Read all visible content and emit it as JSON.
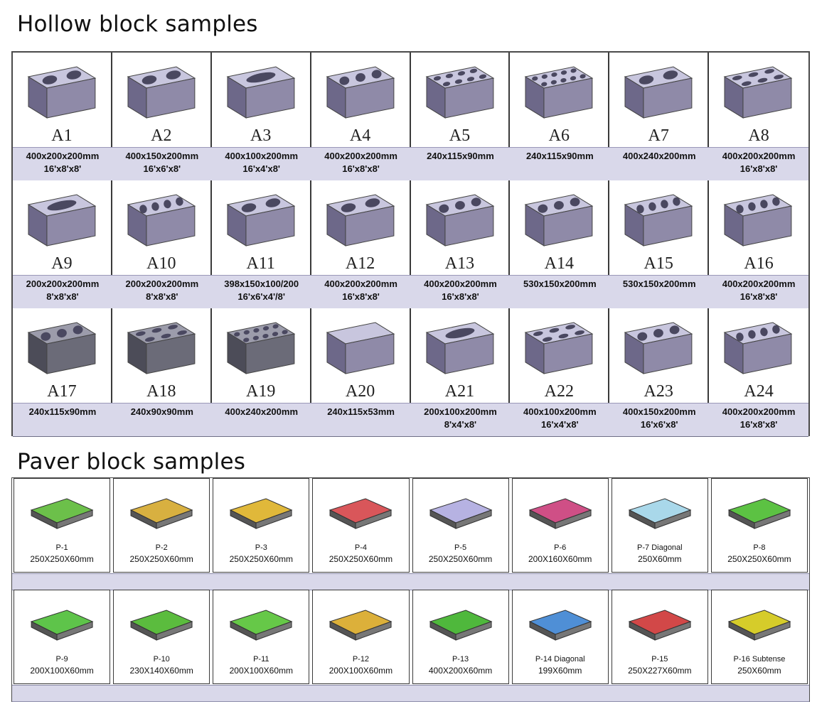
{
  "hollow": {
    "title": "Hollow block samples",
    "rows": [
      [
        {
          "code": "A1",
          "dims": "400x200x200mm",
          "sub": "16'x8'x8'"
        },
        {
          "code": "A2",
          "dims": "400x150x200mm",
          "sub": "16'x6'x8'"
        },
        {
          "code": "A3",
          "dims": "400x100x200mm",
          "sub": "16'x4'x8'"
        },
        {
          "code": "A4",
          "dims": "400x200x200mm",
          "sub": "16'x8'x8'"
        },
        {
          "code": "A5",
          "dims": "240x115x90mm",
          "sub": ""
        },
        {
          "code": "A6",
          "dims": "240x115x90mm",
          "sub": ""
        },
        {
          "code": "A7",
          "dims": "400x240x200mm",
          "sub": ""
        },
        {
          "code": "A8",
          "dims": "400x200x200mm",
          "sub": "16'x8'x8'"
        }
      ],
      [
        {
          "code": "A9",
          "dims": "200x200x200mm",
          "sub": "8'x8'x8'"
        },
        {
          "code": "A10",
          "dims": "200x200x200mm",
          "sub": "8'x8'x8'"
        },
        {
          "code": "A11",
          "dims": "398x150x100/200",
          "sub": "16'x6'x4'/8'"
        },
        {
          "code": "A12",
          "dims": "400x200x200mm",
          "sub": "16'x8'x8'"
        },
        {
          "code": "A13",
          "dims": "400x200x200mm",
          "sub": "16'x8'x8'"
        },
        {
          "code": "A14",
          "dims": "530x150x200mm",
          "sub": ""
        },
        {
          "code": "A15",
          "dims": "530x150x200mm",
          "sub": ""
        },
        {
          "code": "A16",
          "dims": "400x200x200mm",
          "sub": "16'x8'x8'"
        }
      ],
      [
        {
          "code": "A17",
          "dims": "240x115x90mm",
          "sub": ""
        },
        {
          "code": "A18",
          "dims": "240x90x90mm",
          "sub": ""
        },
        {
          "code": "A19",
          "dims": "400x240x200mm",
          "sub": ""
        },
        {
          "code": "A20",
          "dims": "240x115x53mm",
          "sub": ""
        },
        {
          "code": "A21",
          "dims": "200x100x200mm",
          "sub": "8'x4'x8'"
        },
        {
          "code": "A22",
          "dims": "400x100x200mm",
          "sub": "16'x4'x8'"
        },
        {
          "code": "A23",
          "dims": "400x150x200mm",
          "sub": "16'x6'x8'"
        },
        {
          "code": "A24",
          "dims": "400x200x200mm",
          "sub": "16'x8'x8'"
        }
      ]
    ]
  },
  "paver": {
    "title": "Paver block samples",
    "rows": [
      [
        {
          "code": "P-1",
          "dims": "250X250X60mm",
          "color": "#6cc04a"
        },
        {
          "code": "P-2",
          "dims": "250X250X60mm",
          "color": "#d8b040"
        },
        {
          "code": "P-3",
          "dims": "250X250X60mm",
          "color": "#e0b83a"
        },
        {
          "code": "P-4",
          "dims": "250X250X60mm",
          "color": "#d9565a"
        },
        {
          "code": "P-5",
          "dims": "250X250X60mm",
          "color": "#b6b2e2"
        },
        {
          "code": "P-6",
          "dims": "200X160X60mm",
          "color": "#cf4f86"
        },
        {
          "code": "P-7 Diagonal",
          "dims": "250X60mm",
          "color": "#a9d8ea"
        },
        {
          "code": "P-8",
          "dims": "250X250X60mm",
          "color": "#5cc243"
        }
      ],
      [
        {
          "code": "P-9",
          "dims": "200X100X60mm",
          "color": "#5ec44a"
        },
        {
          "code": "P-10",
          "dims": "230X140X60mm",
          "color": "#5bbc3e"
        },
        {
          "code": "P-11",
          "dims": "200X100X60mm",
          "color": "#66c848"
        },
        {
          "code": "P-12",
          "dims": "200X100X60mm",
          "color": "#dcb03a"
        },
        {
          "code": "P-13",
          "dims": "400X200X60mm",
          "color": "#4fb83c"
        },
        {
          "code": "P-14 Diagonal",
          "dims": "199X60mm",
          "color": "#4f8fd6"
        },
        {
          "code": "P-15",
          "dims": "250X227X60mm",
          "color": "#d24848"
        },
        {
          "code": "P-16 Subtense",
          "dims": "250X60mm",
          "color": "#d6cc2a"
        }
      ]
    ]
  }
}
